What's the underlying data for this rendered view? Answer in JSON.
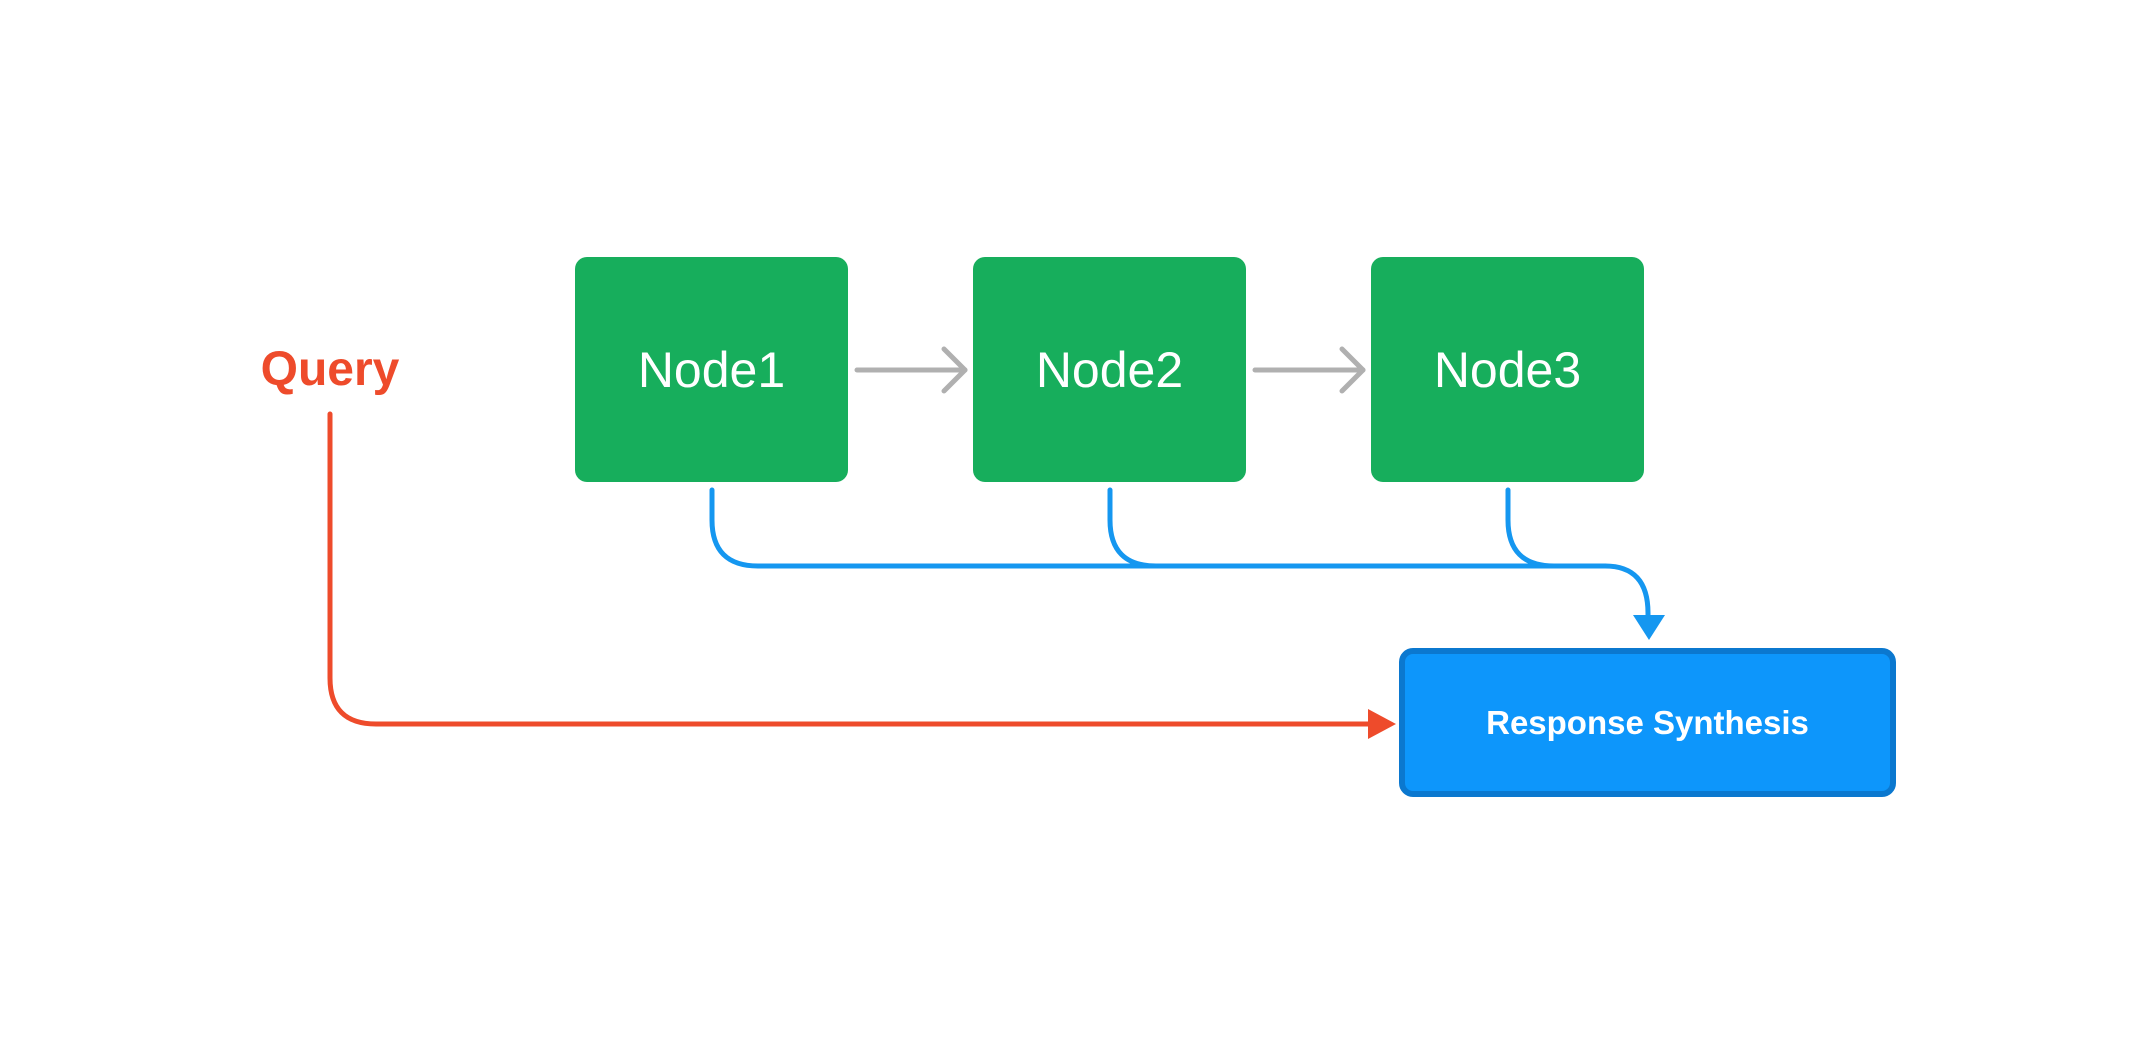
{
  "query": {
    "label": "Query"
  },
  "nodes": [
    {
      "label": "Node1"
    },
    {
      "label": "Node2"
    },
    {
      "label": "Node3"
    }
  ],
  "response": {
    "label": "Response Synthesis"
  },
  "colors": {
    "query": "#ee4b2b",
    "node_fill": "#17ae5c",
    "node_text": "#ffffff",
    "chain_arrow": "#b0b0b0",
    "context_lines": "#1597f0",
    "response_fill": "#0d96fb",
    "response_border": "#0b78cf",
    "response_text": "#ffffff"
  }
}
